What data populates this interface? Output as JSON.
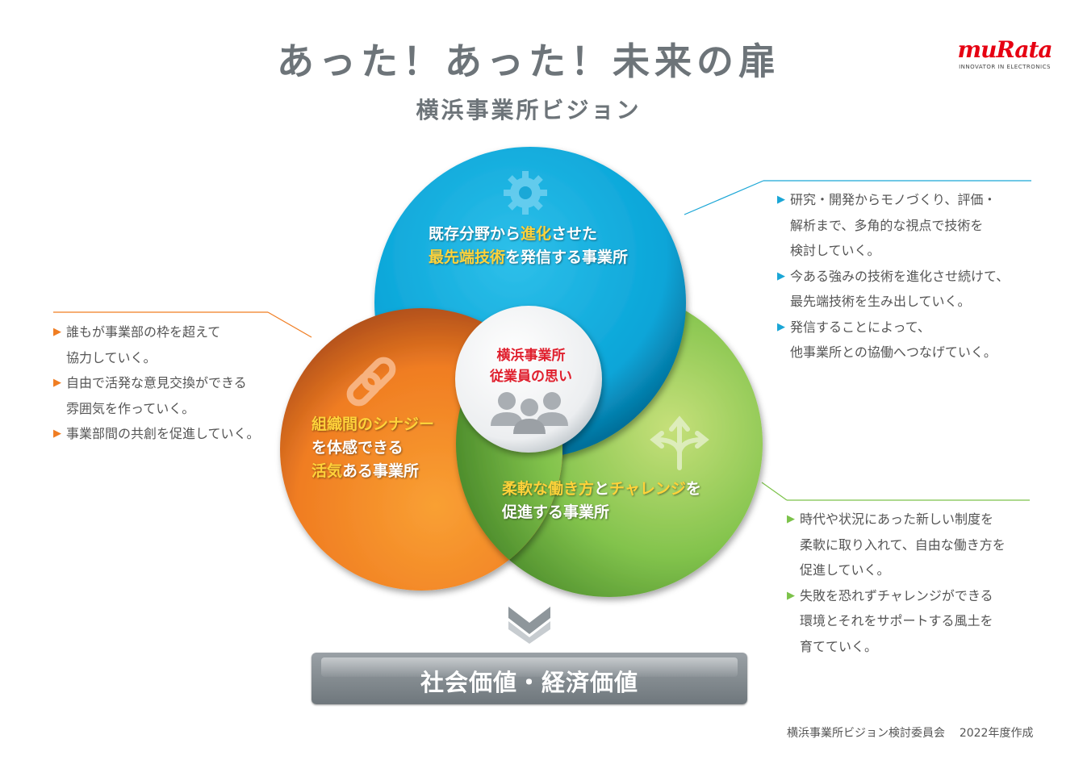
{
  "header": {
    "title": "あった！あった！未来の扉",
    "subtitle": "横浜事業所ビジョン"
  },
  "logo": {
    "text": "muRata",
    "tagline": "INNOVATOR IN ELECTRONICS"
  },
  "colors": {
    "blue": "#1aa6d6",
    "orange": "#f07d22",
    "green": "#7cc24a",
    "highlight": "#ffd23a",
    "center_text": "#e0202e",
    "bar": "#7f878c"
  },
  "circles": {
    "blue": {
      "icon": "gear-icon",
      "line1": [
        "既存分野から",
        "進化",
        "させた"
      ],
      "line2": [
        "最先端技術",
        "を発信する事業所"
      ]
    },
    "orange": {
      "icon": "link-icon",
      "line1": "組織間のシナジー",
      "line2": "を体感できる",
      "line3": [
        "活気",
        "ある事業所"
      ]
    },
    "green": {
      "icon": "split-arrows-icon",
      "line1": [
        "柔軟な働き方",
        "と",
        "チャレンジ",
        "を"
      ],
      "line2": "促進する事業所"
    },
    "center": {
      "line1": "横浜事業所",
      "line2": "従業員の思い",
      "icon": "people-icon"
    }
  },
  "notes": {
    "right_top": [
      {
        "lines": [
          "研究・開発からモノづくり、評価・",
          "解析まで、多角的な視点で技術を",
          "検討していく。"
        ]
      },
      {
        "lines": [
          "今ある強みの技術を進化させ続けて、",
          "最先端技術を生み出していく。"
        ]
      },
      {
        "lines": [
          "発信することによって、",
          "他事業所との協働へつなげていく。"
        ]
      }
    ],
    "left": [
      {
        "lines": [
          "誰もが事業部の枠を超えて",
          "協力していく。"
        ]
      },
      {
        "lines": [
          "自由で活発な意見交換ができる",
          "雰囲気を作っていく。"
        ]
      },
      {
        "lines": [
          "事業部間の共創を促進していく。"
        ]
      }
    ],
    "right_bottom": [
      {
        "lines": [
          "時代や状況にあった新しい制度を",
          "柔軟に取り入れて、自由な働き方を",
          "促進していく。"
        ]
      },
      {
        "lines": [
          "失敗を恐れずチャレンジができる",
          "環境とそれをサポートする風土を",
          "育てていく。"
        ]
      }
    ]
  },
  "result": {
    "label": "社会価値・経済価値"
  },
  "footer": {
    "committee": "横浜事業所ビジョン検討委員会",
    "year": "2022年度作成"
  }
}
